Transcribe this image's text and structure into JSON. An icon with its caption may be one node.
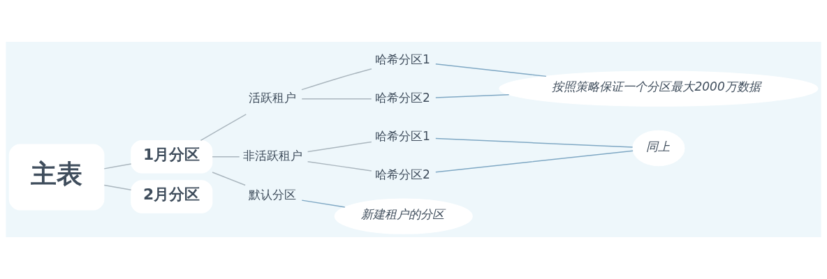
{
  "diagram": {
    "nodes": [
      {
        "text": [
          "主表"
        ]
      },
      {
        "text": [
          "1月分区"
        ]
      },
      {
        "text": [
          "活跃租户"
        ]
      },
      {
        "text": [
          "非活跃租户"
        ]
      },
      {
        "text": [
          "默认分区"
        ]
      },
      {
        "text": [
          "哈希分区1"
        ]
      },
      {
        "text": [
          "哈希分区2"
        ]
      },
      {
        "text": [
          "哈希分区1"
        ]
      },
      {
        "text": [
          "哈希分区2"
        ]
      },
      {
        "text": [
          "按照策略保证一个分区最大2000万数据"
        ]
      },
      {
        "text": [
          "同上"
        ]
      },
      {
        "text": [
          "新建租户的分区"
        ]
      },
      {
        "text": [
          "2月分区"
        ]
      }
    ],
    "edges": [
      {
        "from": 0,
        "to": 1,
        "arrow": "none"
      },
      {
        "from": 0,
        "to": 12,
        "arrow": "none"
      },
      {
        "from": 1,
        "to": 2,
        "arrow": "none"
      },
      {
        "from": 1,
        "to": 3,
        "arrow": "none"
      },
      {
        "from": 1,
        "to": 4,
        "arrow": "none"
      },
      {
        "from": 2,
        "to": 5,
        "arrow": "none"
      },
      {
        "from": 2,
        "to": 6,
        "arrow": "none"
      },
      {
        "from": 3,
        "to": 7,
        "arrow": "none"
      },
      {
        "from": 3,
        "to": 8,
        "arrow": "none"
      },
      {
        "from": 5,
        "to": 9,
        "arrow": "none",
        "color": "#7fa8c4"
      },
      {
        "from": 6,
        "to": 9,
        "arrow": "none",
        "color": "#7fa8c4"
      },
      {
        "from": 7,
        "to": 10,
        "arrow": "none",
        "color": "#7fa8c4"
      },
      {
        "from": 8,
        "to": 10,
        "arrow": "none",
        "color": "#7fa8c4"
      },
      {
        "from": 4,
        "to": 11,
        "arrow": "none",
        "color": "#7fa8c4"
      }
    ]
  }
}
